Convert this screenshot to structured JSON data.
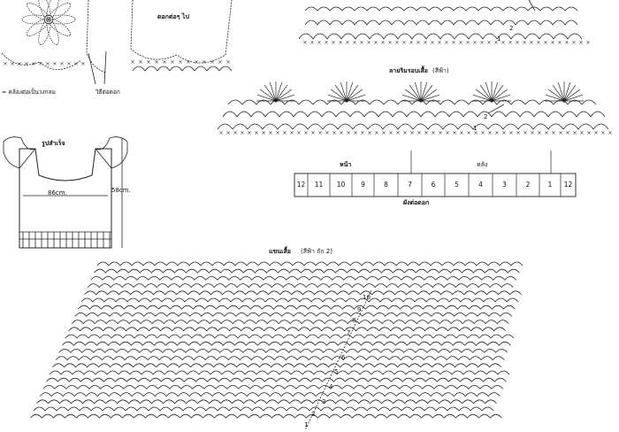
{
  "motif_top": {
    "title": "ดอกต่อๆ ไป",
    "legend_left": "= คล้องต่อเป็นวงกลม",
    "legend_right": "วิธีต่อดอก"
  },
  "border_top": {
    "labels": [
      "2",
      "1"
    ]
  },
  "border_second": {
    "title": "ลายริมรอบเสื้อ",
    "color_note": "(สีฟ้า)",
    "labels": [
      "2",
      "1"
    ]
  },
  "finished": {
    "title": "รูปสำเร็จ",
    "width": "86cm.",
    "height": "58cm."
  },
  "strip": {
    "front_label": "หน้า",
    "back_label": "หลัง",
    "bottom_label": "ผังต่อดอก",
    "cells": [
      "12",
      "11",
      "10",
      "9",
      "8",
      "7",
      "6",
      "5",
      "4",
      "3",
      "2",
      "1",
      "12"
    ]
  },
  "sleeve": {
    "title": "แขนเสื้อ",
    "color_note": "(สีฟ้า ถัก 2)",
    "row_labels": [
      "10",
      "9",
      "8",
      "7",
      "6",
      "5",
      "4",
      "3",
      "2",
      "1"
    ]
  }
}
